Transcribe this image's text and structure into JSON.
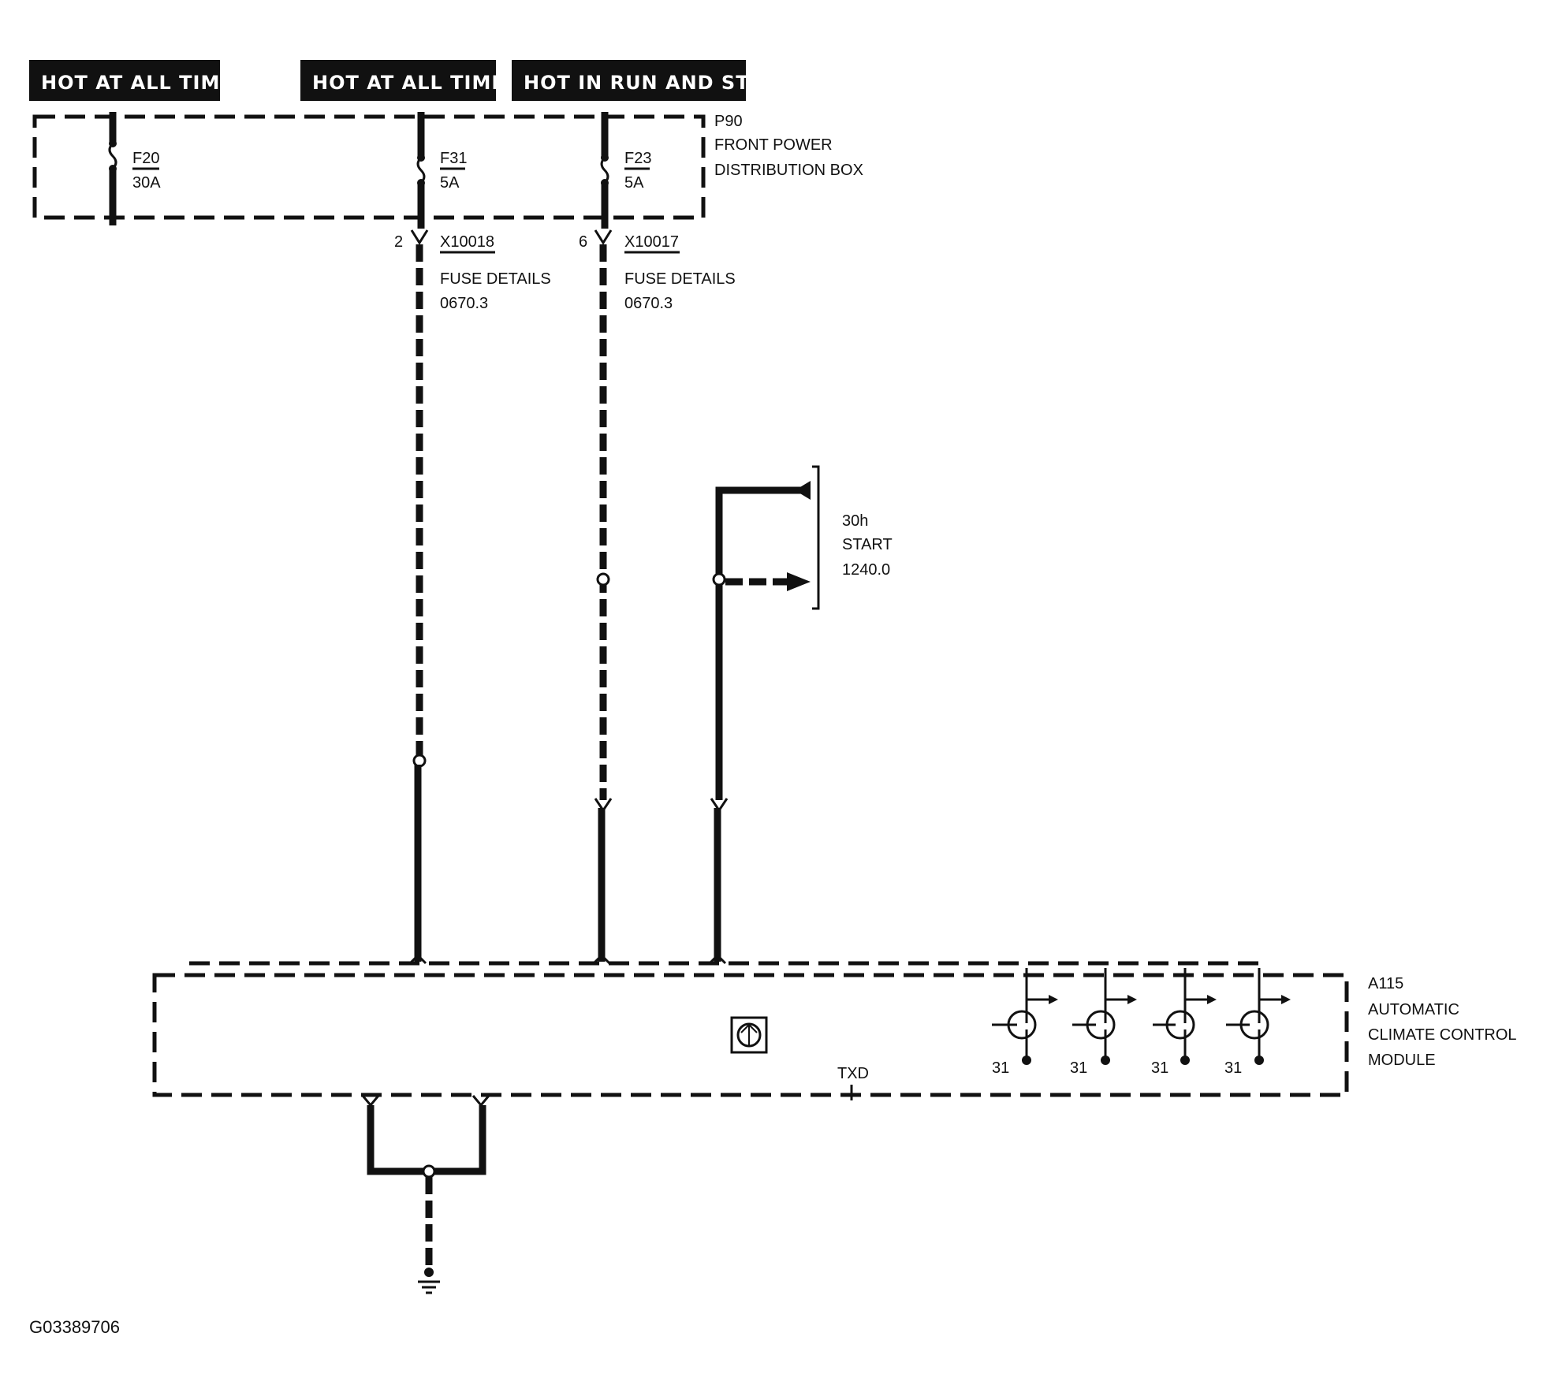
{
  "headers": [
    "HOT AT ALL TIMES",
    "HOT AT ALL TIMES",
    "HOT IN RUN AND START"
  ],
  "fuse_box": {
    "id": "P90",
    "name_line1": "FRONT POWER",
    "name_line2": "DISTRIBUTION BOX",
    "fuses": [
      {
        "id": "F20",
        "rating": "30A"
      },
      {
        "id": "F31",
        "rating": "5A"
      },
      {
        "id": "F23",
        "rating": "5A"
      }
    ]
  },
  "connectors": [
    {
      "pin": "2",
      "id": "X10018",
      "details": "FUSE DETAILS",
      "page": "0670.3"
    },
    {
      "pin": "6",
      "id": "X10017",
      "details": "FUSE DETAILS",
      "page": "0670.3"
    }
  ],
  "reference": {
    "line1": "30h",
    "line2": "START",
    "line3": "1240.0"
  },
  "module": {
    "id": "A115",
    "line1": "AUTOMATIC",
    "line2": "CLIMATE CONTROL",
    "line3": "MODULE",
    "txd_label": "TXD",
    "ground_labels": [
      "31",
      "31",
      "31",
      "31"
    ]
  },
  "figure_id": "G03389706"
}
